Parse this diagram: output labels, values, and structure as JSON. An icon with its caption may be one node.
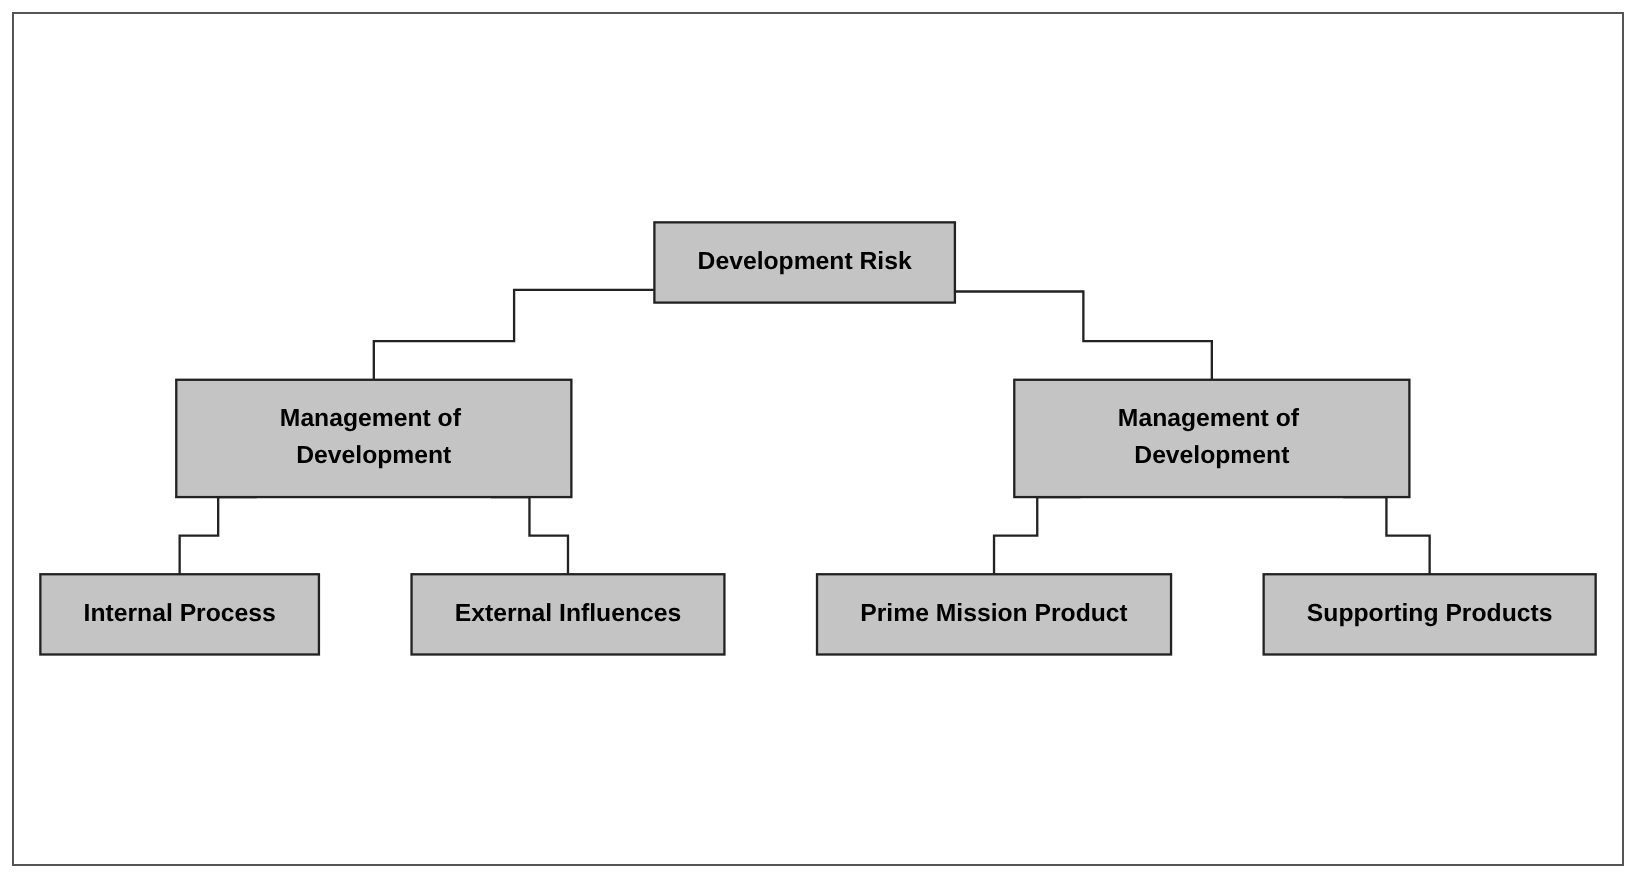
{
  "diagram": {
    "nodes": [
      {
        "text": [
          "Development Risk"
        ]
      },
      {
        "text": [
          "Management of Development"
        ]
      },
      {
        "text": [
          "Management of Development"
        ]
      },
      {
        "text": [
          "Internal Process"
        ]
      },
      {
        "text": [
          "External Influences"
        ]
      },
      {
        "text": [
          "Prime Mission Product"
        ]
      },
      {
        "text": [
          "Supporting Products"
        ]
      }
    ],
    "edges": [
      {
        "from": 0,
        "to": 1,
        "arrow": "none"
      },
      {
        "from": 0,
        "to": 2,
        "arrow": "none"
      },
      {
        "from": 1,
        "to": 3,
        "arrow": "none"
      },
      {
        "from": 1,
        "to": 4,
        "arrow": "none"
      },
      {
        "from": 2,
        "to": 5,
        "arrow": "none"
      },
      {
        "from": 2,
        "to": 6,
        "arrow": "none"
      }
    ]
  }
}
